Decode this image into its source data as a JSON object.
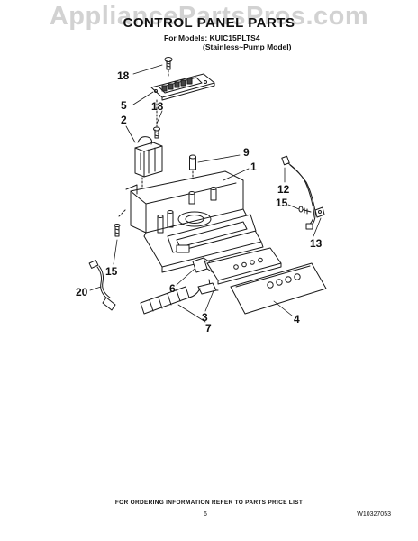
{
  "watermark": "AppliancePartsPros.com",
  "header": {
    "title": "CONTROL PANEL PARTS",
    "models": "For Models: KUIC15PLTS4",
    "variant": "(Stainless~Pump Model)"
  },
  "callouts": [
    "18",
    "18",
    "5",
    "2",
    "9",
    "1",
    "12",
    "15",
    "13",
    "15",
    "6",
    "20",
    "3",
    "7",
    "4"
  ],
  "footer": {
    "ordering_note": "FOR ORDERING INFORMATION REFER TO PARTS PRICE LIST",
    "page_number": "6",
    "document_number": "W10327053"
  }
}
